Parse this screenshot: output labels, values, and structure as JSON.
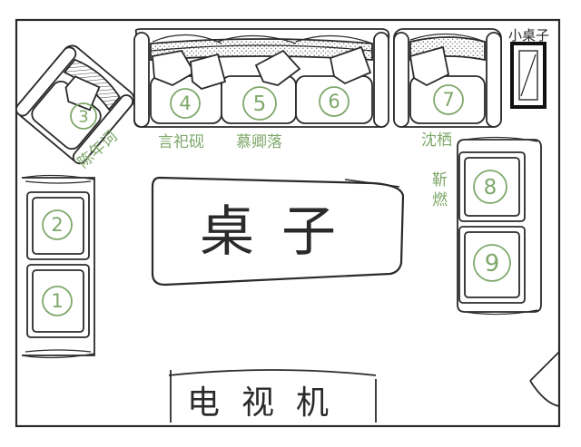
{
  "labels": {
    "table_main": "桌子",
    "table_small": "小桌子",
    "tv": "电视机"
  },
  "names": {
    "seat3": "陈年词",
    "seat4": "言祀砚",
    "seat5_6": "慕卿落",
    "seat7": "沈栖",
    "seat8": "靳燃"
  },
  "seat_numbers": [
    "1",
    "2",
    "3",
    "4",
    "5",
    "6",
    "7",
    "8",
    "9"
  ],
  "colors": {
    "ink": "#2a2a2a",
    "number_green": "#7fa86b",
    "name_green": "#7fa86b"
  }
}
